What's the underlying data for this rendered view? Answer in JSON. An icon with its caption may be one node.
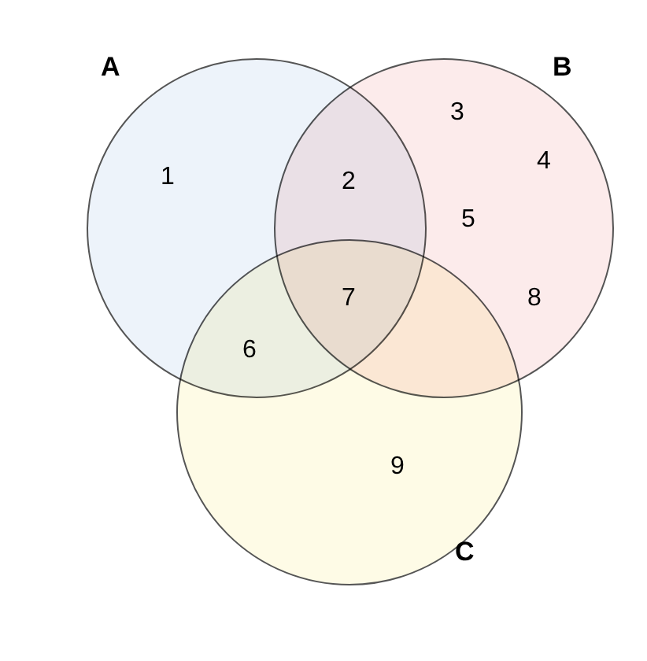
{
  "diagram": {
    "nodes": [
      {
        "text": [
          "A"
        ]
      },
      {
        "text": [
          "B"
        ]
      },
      {
        "text": [
          "C"
        ]
      }
    ],
    "labels": [
      "3",
      "4",
      "1",
      "2",
      "5",
      "7",
      "8",
      "6",
      "9"
    ]
  }
}
